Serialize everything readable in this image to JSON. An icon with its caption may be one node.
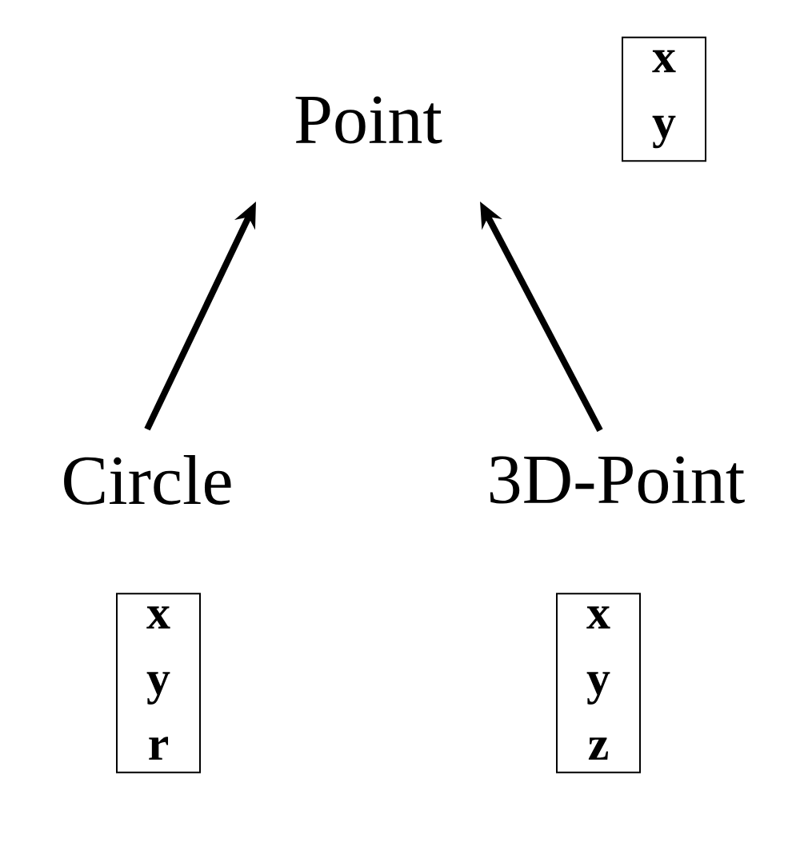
{
  "diagram": {
    "nodes": [
      {
        "text": [
          "Point"
        ]
      },
      {
        "text": [
          "x",
          "y"
        ]
      },
      {
        "text": [
          "Circle"
        ]
      },
      {
        "text": [
          "3D-Point"
        ]
      },
      {
        "text": [
          "x",
          "y",
          "r"
        ]
      },
      {
        "text": [
          "x",
          "y",
          "z"
        ]
      }
    ],
    "edges": [
      {
        "from": 2,
        "to": 0,
        "arrow": "to"
      },
      {
        "from": 3,
        "to": 0,
        "arrow": "to"
      }
    ]
  }
}
